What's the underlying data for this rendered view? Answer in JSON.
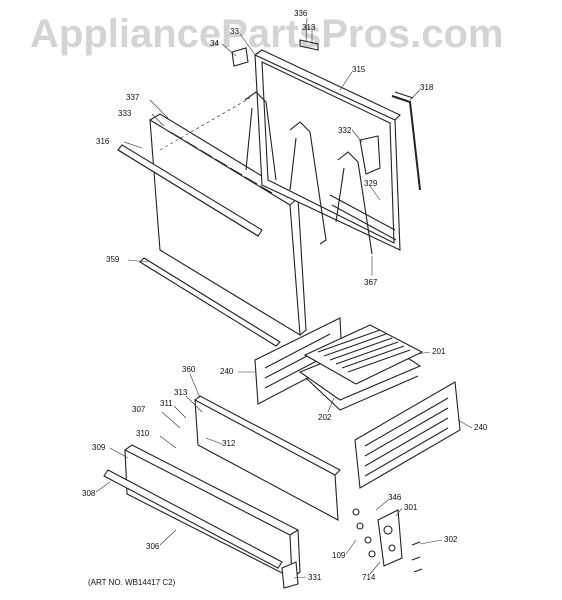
{
  "watermark": "AppliancePartsPros.com",
  "art_number": "(ART NO. WB14417 C2)",
  "labels": {
    "l336": "336",
    "l313a": "313",
    "l33": "33",
    "l34": "34",
    "l315": "315",
    "l318": "318",
    "l337": "337",
    "l333": "333",
    "l316": "316",
    "l332": "332",
    "l329": "329",
    "l359": "359",
    "l367": "367",
    "l201": "201",
    "l240a": "240",
    "l202": "202",
    "l240b": "240",
    "l360": "360",
    "l313b": "313",
    "l311": "311",
    "l307": "307",
    "l310": "310",
    "l312": "312",
    "l309": "309",
    "l308": "308",
    "l306": "306",
    "l331": "331",
    "l346": "346",
    "l301": "301",
    "l109": "109",
    "l302": "302",
    "l714": "714"
  }
}
